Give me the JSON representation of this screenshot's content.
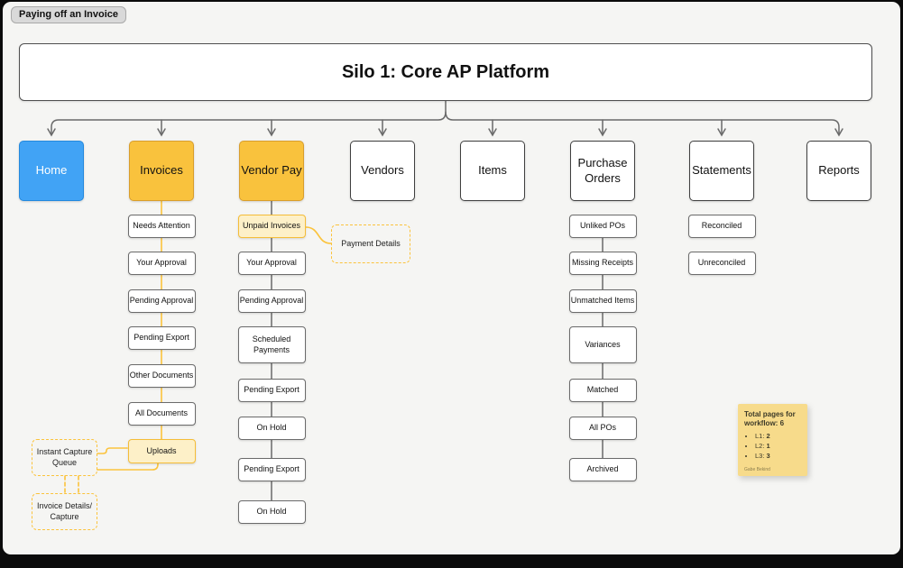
{
  "badge": {
    "label": "Paying off an Invoice"
  },
  "root": {
    "title": "Silo 1: Core AP Platform"
  },
  "top_nodes": [
    {
      "label": "Home",
      "style": "blue"
    },
    {
      "label": "Invoices",
      "style": "yellow"
    },
    {
      "label": "Vendor Pay",
      "style": "yellow"
    },
    {
      "label": "Vendors",
      "style": "white"
    },
    {
      "label": "Items",
      "style": "white"
    },
    {
      "label": "Purchase Orders",
      "style": "white"
    },
    {
      "label": "Statements",
      "style": "white"
    },
    {
      "label": "Reports",
      "style": "white"
    }
  ],
  "columns": {
    "invoices": {
      "items": [
        {
          "label": "Needs Attention"
        },
        {
          "label": "Your Approval"
        },
        {
          "label": "Pending Approval"
        },
        {
          "label": "Pending Export"
        },
        {
          "label": "Other Documents"
        },
        {
          "label": "All Documents"
        },
        {
          "label": "Uploads",
          "highlight": true
        }
      ]
    },
    "vendor_pay": {
      "items": [
        {
          "label": "Unpaid Invoices",
          "highlight": true
        },
        {
          "label": "Your Approval"
        },
        {
          "label": "Pending Approval"
        },
        {
          "label": "Scheduled Payments"
        },
        {
          "label": "Pending Export"
        },
        {
          "label": "On Hold"
        },
        {
          "label": "Pending Export"
        },
        {
          "label": "On Hold"
        }
      ]
    },
    "purchase_orders": {
      "items": [
        {
          "label": "Unliked POs"
        },
        {
          "label": "Missing Receipts"
        },
        {
          "label": "Unmatched Items"
        },
        {
          "label": "Variances"
        },
        {
          "label": "Matched"
        },
        {
          "label": "All POs"
        },
        {
          "label": "Archived"
        }
      ]
    },
    "statements": {
      "items": [
        {
          "label": "Reconciled"
        },
        {
          "label": "Unreconciled"
        }
      ]
    }
  },
  "annotations": {
    "payment_details": {
      "label": "Payment Details"
    },
    "instant_capture_queue": {
      "label": "Instant Capture Queue"
    },
    "invoice_details_capture": {
      "label": "Invoice Details/ Capture"
    }
  },
  "sticky_note": {
    "label": "Total pages for workflow:",
    "total": "6",
    "items": [
      {
        "prefix": "L1:",
        "value": "2"
      },
      {
        "prefix": "L2:",
        "value": "1"
      },
      {
        "prefix": "L3:",
        "value": "3"
      }
    ],
    "attribution": "Gabe Bekind"
  },
  "colors": {
    "accent_yellow": "#f9c23d",
    "highlight_yellow": "#fdf0c8",
    "connector_yellow": "#fbc33c",
    "node_blue": "#41a3f5",
    "connector_gray": "#6a6a6a",
    "canvas": "#f5f5f3",
    "sticky": "#f7db8b"
  }
}
